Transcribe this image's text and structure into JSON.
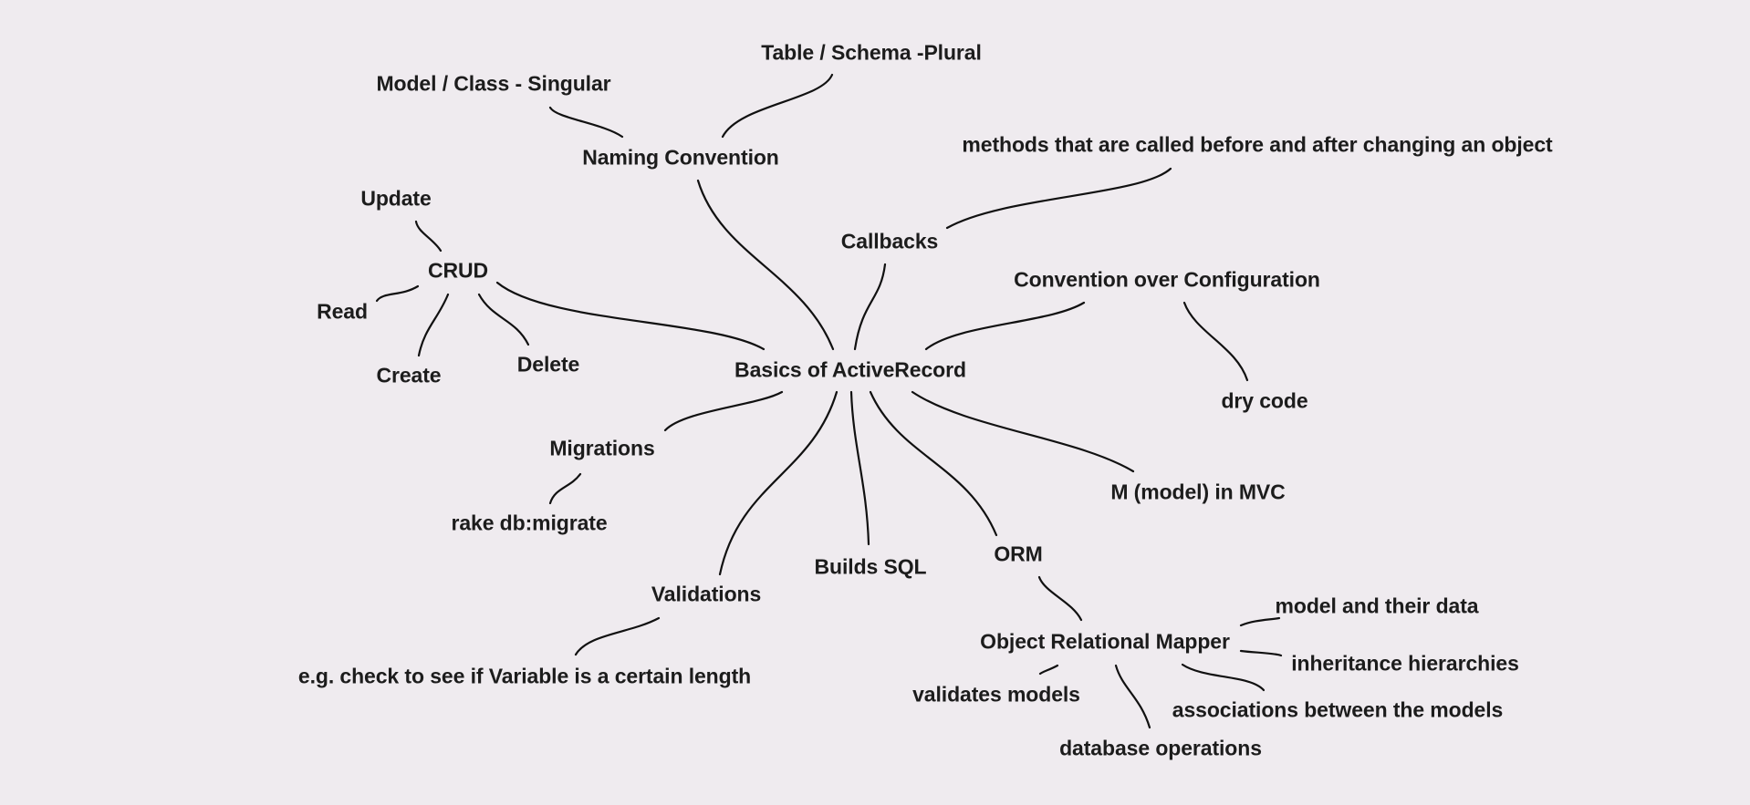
{
  "mindmap": {
    "root": "Basics of ActiveRecord",
    "nodes": {
      "naming": "Naming Convention",
      "model_singular": "Model / Class - Singular",
      "table_plural": "Table / Schema -Plural",
      "callbacks": "Callbacks",
      "callbacks_desc": "methods that are called before and after changing an object",
      "coc": "Convention over Configuration",
      "dry": "dry code",
      "mvc": "M (model) in MVC",
      "orm": "ORM",
      "orm_full": "Object Relational Mapper",
      "orm_models_data": "model and their data",
      "orm_inheritance": "inheritance hierarchies",
      "orm_associations": "associations between the models",
      "orm_db_ops": "database operations",
      "orm_validates": "validates models",
      "builds_sql": "Builds SQL",
      "validations": "Validations",
      "validations_eg": "e.g. check to see if Variable is a certain length",
      "migrations": "Migrations",
      "rake": "rake db:migrate",
      "crud": "CRUD",
      "update": "Update",
      "read": "Read",
      "create": "Create",
      "delete": "Delete"
    },
    "edge_color": "#111111",
    "background": "#efebef"
  }
}
